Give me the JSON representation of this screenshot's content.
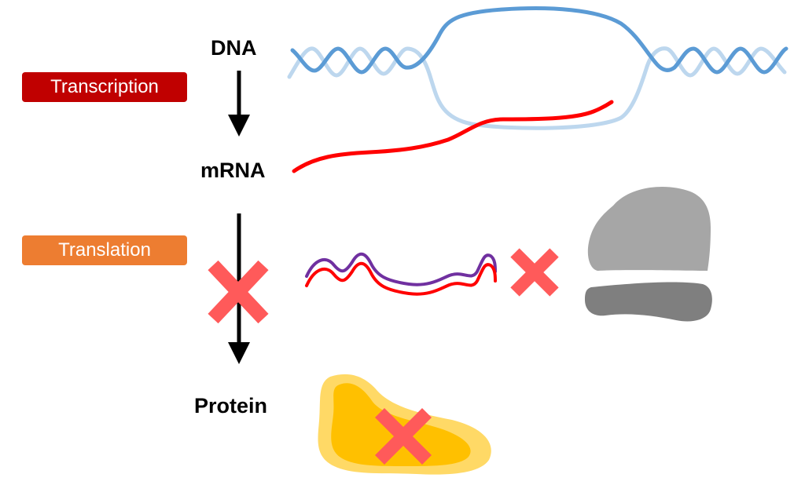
{
  "labels": {
    "dna": "DNA",
    "mrna": "mRNA",
    "protein": "Protein"
  },
  "badges": {
    "transcription": "Transcription",
    "translation": "Translation"
  },
  "colors": {
    "transcription_badge": "#c00000",
    "translation_badge": "#ed7d31",
    "dna_strand_dark": "#5b9bd5",
    "dna_strand_light": "#bdd7ee",
    "mrna": "#ff0000",
    "sirna_strand": "#7030a0",
    "block_cross": "#ff5a5a",
    "ribosome_large": "#a6a6a6",
    "ribosome_small": "#7f7f7f",
    "protein_outer": "#ffd966",
    "protein_inner": "#ffc000",
    "arrow": "#000000"
  }
}
